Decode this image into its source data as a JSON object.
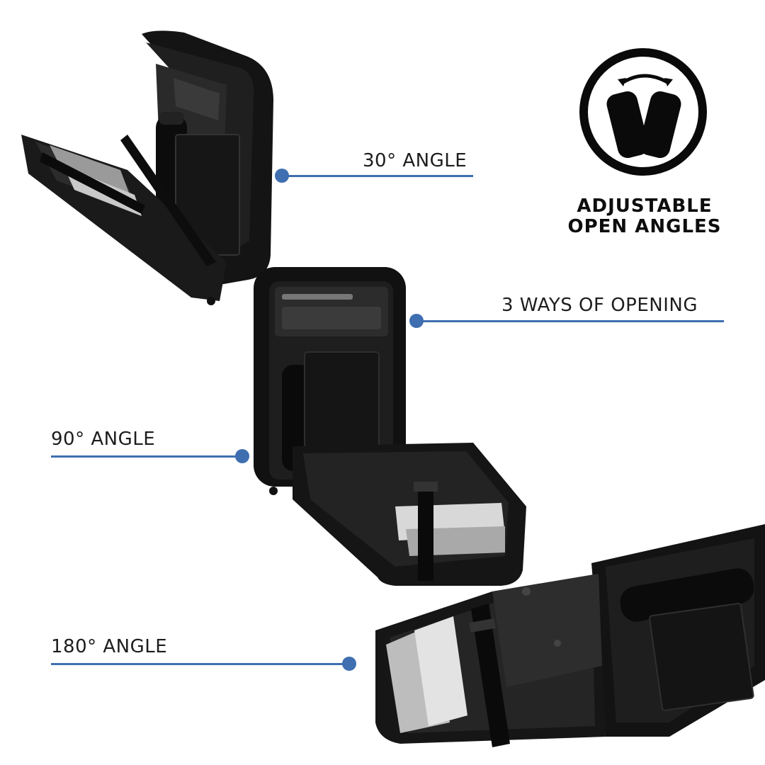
{
  "badge": {
    "icon": "adjustable-angle-icon",
    "title_line1": "ADJUSTABLE",
    "title_line2": "OPEN ANGLES"
  },
  "callouts": {
    "angle_30": "30° ANGLE",
    "ways_opening": "3 WAYS OF OPENING",
    "angle_90": "90° ANGLE",
    "angle_180": "180° ANGLE"
  },
  "colors": {
    "accent_blue": "#3f6fb0",
    "bag_black": "#121212",
    "badge_black": "#0a0a0a"
  }
}
